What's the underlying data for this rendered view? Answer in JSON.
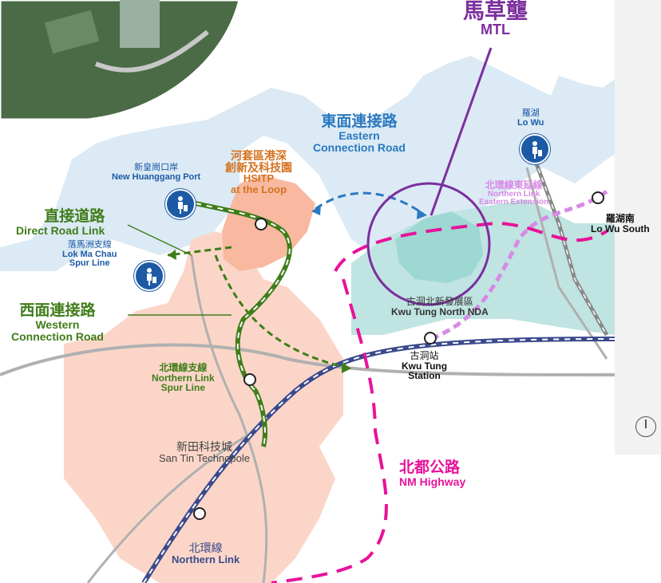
{
  "mtl": {
    "zh": "馬草壟",
    "en": "MTL"
  },
  "hsitp": {
    "zh1": "河套區港深",
    "zh2": "創新及科技園",
    "en1": "HSITP",
    "en2": "at the Loop"
  },
  "eastern_road": {
    "zh": "東面連接路",
    "en1": "Eastern",
    "en2": "Connection Road"
  },
  "huanggang": {
    "zh": "新皇崗口岸",
    "en": "New Huanggang Port"
  },
  "direct_road": {
    "zh": "直接道路",
    "en": "Direct Road Link"
  },
  "lok_ma_chau": {
    "zh": "落馬洲支線",
    "en1": "Lok Ma Chau",
    "en2": "Spur Line"
  },
  "western_road": {
    "zh": "西面連接路",
    "en1": "Western",
    "en2": "Connection Road"
  },
  "lo_wu": {
    "zh": "羅湖",
    "en": "Lo Wu"
  },
  "lo_wu_south": {
    "zh": "羅湖南",
    "en": "Lo Wu South"
  },
  "northern_ext": {
    "zh": "北環線東延線",
    "en1": "Northern Link",
    "en2": "Eastern Extension"
  },
  "kwu_tung_nda": {
    "zh": "古洞北新發展區",
    "en": "Kwu Tung North NDA"
  },
  "kwu_tung_station": {
    "zh": "古洞站",
    "en1": "Kwu Tung",
    "en2": "Station"
  },
  "spur_line": {
    "zh": "北環線支線",
    "en1": "Northern Link",
    "en2": "Spur Line"
  },
  "san_tin": {
    "zh": "新田科技城",
    "en": "San Tin Technopole"
  },
  "nm_highway": {
    "zh": "北都公路",
    "en": "NM Highway"
  },
  "northern_link": {
    "zh": "北環線",
    "en": "Northern Link"
  },
  "colors": {
    "water": "#dbeaf4",
    "land": "#ffffff",
    "nda": "#bfe4e1",
    "san_tin": "#fbd6c8",
    "hsitp": "#f8b9a0",
    "mtl": "#9ed8d2",
    "purple": "#7b2e9e",
    "green": "#3f7d1a",
    "blue": "#2a78c0",
    "magenta": "#e8129a",
    "pink": "#d78ae6",
    "navy": "#3b4a8c",
    "orange": "#d5711f"
  }
}
